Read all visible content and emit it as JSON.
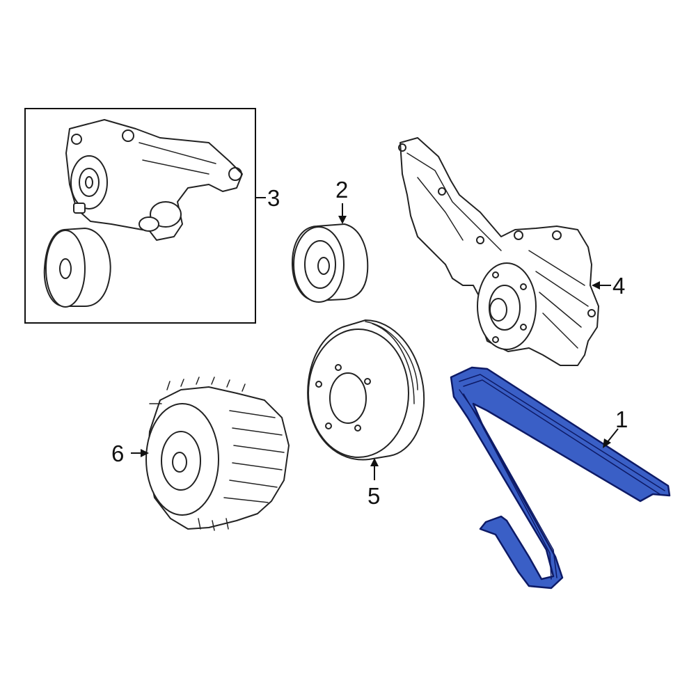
{
  "diagram": {
    "callouts": [
      {
        "id": "1",
        "label": "1"
      },
      {
        "id": "2",
        "label": "2"
      },
      {
        "id": "3",
        "label": "3"
      },
      {
        "id": "4",
        "label": "4"
      },
      {
        "id": "5",
        "label": "5"
      },
      {
        "id": "6",
        "label": "6"
      }
    ],
    "colors": {
      "belt_fill": "#3a5fc6",
      "belt_outline": "#0d1a66",
      "line": "#222222",
      "background": "#ffffff"
    }
  }
}
